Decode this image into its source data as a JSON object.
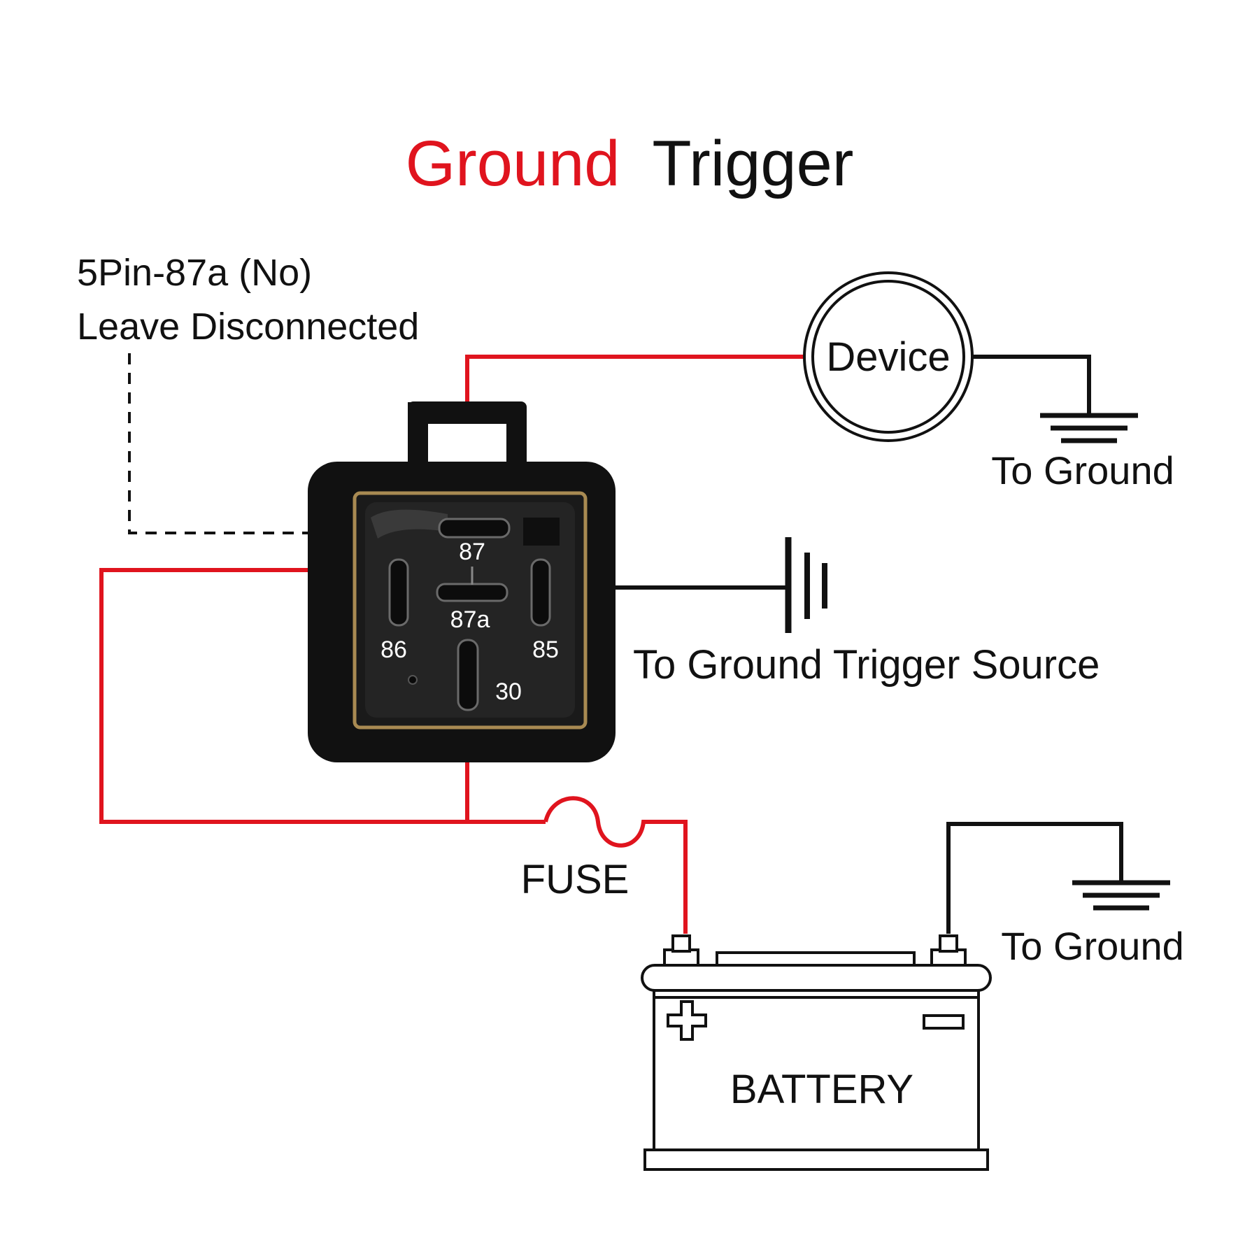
{
  "title": {
    "part1": "Ground",
    "part2": "Trigger"
  },
  "note": {
    "line1": "5Pin-87a  (No)",
    "line2": "Leave Disconnected"
  },
  "device": {
    "label": "Device"
  },
  "ground_device": {
    "label": "To Ground"
  },
  "trigger": {
    "label": "To Ground Trigger Source"
  },
  "fuse": {
    "label": "FUSE"
  },
  "battery": {
    "label": "BATTERY",
    "ground_label": "To Ground"
  },
  "relay": {
    "pins": {
      "p87": "87",
      "p87a": "87a",
      "p86": "86",
      "p85": "85",
      "p30": "30"
    }
  },
  "colors": {
    "positive_wire": "#e0141e",
    "ground_wire": "#111111",
    "title_accent": "#e0141e",
    "relay_body": "#111111",
    "seal": "#a88a52"
  }
}
